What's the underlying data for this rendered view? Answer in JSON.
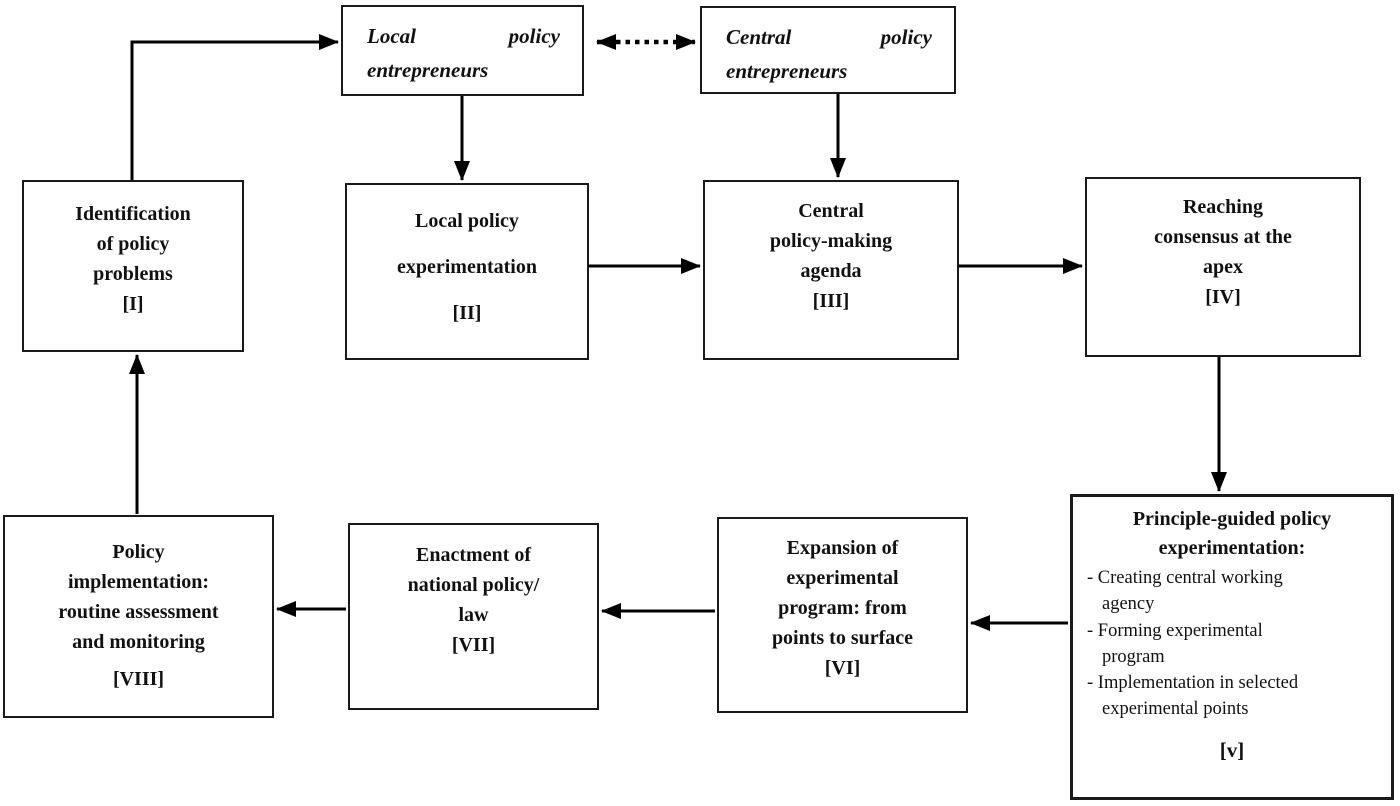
{
  "colors": {
    "background": "#ffffff",
    "box_background": "#ffffff",
    "border": "#1a1a1a",
    "arrow": "#000000",
    "text": "#111111"
  },
  "nodes": {
    "local_entrepreneurs": {
      "line1": "Local policy",
      "line2": "entrepreneurs"
    },
    "central_entrepreneurs": {
      "line1": "Central policy",
      "line2": "entrepreneurs"
    },
    "identification": {
      "text": "Identification\nof policy\nproblems",
      "tag": "[I]"
    },
    "local_experimentation": {
      "text": "Local policy\nexperimentation",
      "tag": "[II]"
    },
    "central_agenda": {
      "text": "Central\npolicy-making\nagenda",
      "tag": "[III]"
    },
    "reaching_consensus": {
      "text": "Reaching\nconsensus at the\napex",
      "tag": "[IV]"
    },
    "principle_guided": {
      "title": "Principle-guided policy\nexperimentation:",
      "items": [
        "- Creating central working\nagency",
        "- Forming experimental\nprogram",
        "- Implementation in selected\nexperimental points"
      ],
      "tag": "[v]"
    },
    "expansion": {
      "text": "Expansion of\nexperimental\nprogram: from\npoints to surface",
      "tag": "[VI]"
    },
    "enactment": {
      "text": "Enactment of\nnational policy/\nlaw",
      "tag": "[VII]"
    },
    "implementation": {
      "text": "Policy\nimplementation:\nroutine assessment\nand monitoring",
      "tag": "[VIII]"
    }
  },
  "edges": [
    {
      "from": "identification",
      "to": "local_entrepreneurs",
      "style": "solid",
      "direction": "one-way"
    },
    {
      "from": "local_entrepreneurs",
      "to": "central_entrepreneurs",
      "style": "dotted",
      "direction": "two-way"
    },
    {
      "from": "local_entrepreneurs",
      "to": "local_experimentation",
      "style": "solid",
      "direction": "one-way"
    },
    {
      "from": "central_entrepreneurs",
      "to": "central_agenda",
      "style": "solid",
      "direction": "one-way"
    },
    {
      "from": "local_experimentation",
      "to": "central_agenda",
      "style": "solid",
      "direction": "one-way"
    },
    {
      "from": "central_agenda",
      "to": "reaching_consensus",
      "style": "solid",
      "direction": "one-way"
    },
    {
      "from": "reaching_consensus",
      "to": "principle_guided",
      "style": "solid",
      "direction": "one-way"
    },
    {
      "from": "principle_guided",
      "to": "expansion",
      "style": "solid",
      "direction": "one-way"
    },
    {
      "from": "expansion",
      "to": "enactment",
      "style": "solid",
      "direction": "one-way"
    },
    {
      "from": "enactment",
      "to": "implementation",
      "style": "solid",
      "direction": "one-way"
    },
    {
      "from": "implementation",
      "to": "identification",
      "style": "solid",
      "direction": "one-way"
    }
  ]
}
